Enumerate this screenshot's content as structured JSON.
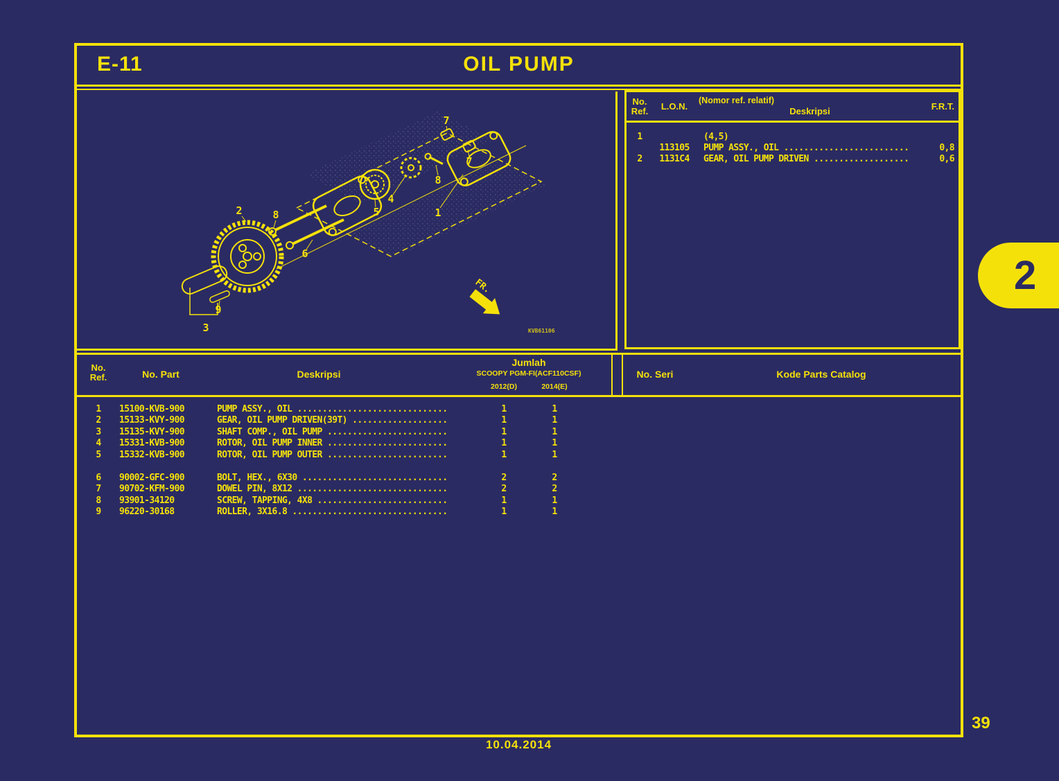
{
  "page": {
    "section_code": "E-11",
    "title": "OIL PUMP",
    "page_number": "39",
    "date": "10.04.2014",
    "tab_label": "2"
  },
  "colors": {
    "background": "#2b2b63",
    "accent_yellow": "#f5e10a"
  },
  "ref_table": {
    "headers": {
      "no_ref": "No.\nRef.",
      "lon": "L.O.N.",
      "relatif": "(Nomor ref. relatif)",
      "deskripsi": "Deskripsi",
      "frt": "F.R.T."
    },
    "rows": [
      {
        "no": "1",
        "lon": "",
        "desc": "(4,5)",
        "frt": ""
      },
      {
        "no": "",
        "lon": "113105",
        "desc": "PUMP ASSY., OIL .........................",
        "frt": "0,8"
      },
      {
        "no": "2",
        "lon": "1131C4",
        "desc": "GEAR, OIL PUMP DRIVEN ...................",
        "frt": "0,6"
      }
    ]
  },
  "parts_table": {
    "headers": {
      "no_ref": "No.\nRef.",
      "no_part": "No. Part",
      "deskripsi": "Deskripsi",
      "jumlah": "Jumlah",
      "model": "SCOOPY PGM-FI(ACF110CSF)",
      "year_d": "2012(D)",
      "year_e": "2014(E)",
      "no_seri": "No. Seri",
      "kode": "Kode Parts Catalog"
    },
    "rows": [
      {
        "no": "1",
        "part": "15100-KVB-900",
        "desc": "PUMP ASSY., OIL ..............................",
        "qty_d": "1",
        "qty_e": "1"
      },
      {
        "no": "2",
        "part": "15133-KVY-900",
        "desc": "GEAR, OIL PUMP DRIVEN(39T) ...................",
        "qty_d": "1",
        "qty_e": "1"
      },
      {
        "no": "3",
        "part": "15135-KVY-900",
        "desc": "SHAFT COMP., OIL PUMP ........................",
        "qty_d": "1",
        "qty_e": "1"
      },
      {
        "no": "4",
        "part": "15331-KVB-900",
        "desc": "ROTOR, OIL PUMP INNER ........................",
        "qty_d": "1",
        "qty_e": "1"
      },
      {
        "no": "5",
        "part": "15332-KVB-900",
        "desc": "ROTOR, OIL PUMP OUTER ........................",
        "qty_d": "1",
        "qty_e": "1"
      },
      {
        "no": "6",
        "part": "90002-GFC-900",
        "desc": "BOLT, HEX., 6X30 .............................",
        "qty_d": "2",
        "qty_e": "2"
      },
      {
        "no": "7",
        "part": "90702-KFM-900",
        "desc": "DOWEL PIN, 8X12 ..............................",
        "qty_d": "2",
        "qty_e": "2"
      },
      {
        "no": "8",
        "part": "93901-34120",
        "desc": "SCREW, TAPPING, 4X8 ..........................",
        "qty_d": "1",
        "qty_e": "1"
      },
      {
        "no": "9",
        "part": "96220-30168",
        "desc": "ROLLER, 3X16.8 ...............................",
        "qty_d": "1",
        "qty_e": "1"
      }
    ]
  },
  "diagram": {
    "fr_label": "FR.",
    "code": "KVB61106",
    "callouts": [
      "7",
      "7",
      "8",
      "4",
      "5",
      "1",
      "2",
      "8",
      "6",
      "9",
      "3"
    ]
  }
}
